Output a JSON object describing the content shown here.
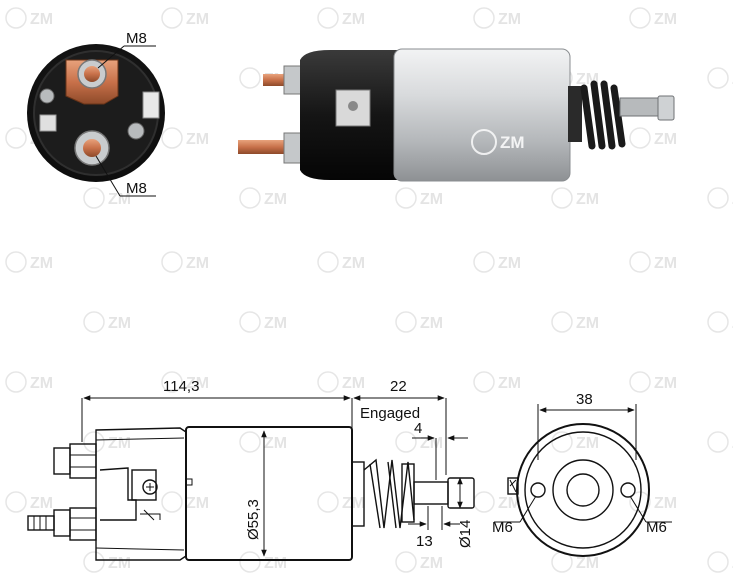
{
  "watermark": {
    "logo_text": "ZM",
    "color": "#e4e4e4"
  },
  "photo_front": {
    "label_top": "M8",
    "label_bottom": "M8"
  },
  "photo_side": {
    "brand_text": "ZM"
  },
  "drawing": {
    "length_label": "114,3",
    "stroke_label": "22",
    "engaged_label": "Engaged",
    "dim_4_label": "4",
    "dim_13_label": "13",
    "diameter_body_label": "Ø55,3",
    "diameter_plunger_label": "Ø14",
    "end_width_label": "38",
    "thread_left_label": "M6",
    "thread_right_label": "M6"
  },
  "colors": {
    "copper": "#c8714a",
    "silver": "#d3d6d8",
    "black_cap": "#151515",
    "outline": "#111111"
  }
}
